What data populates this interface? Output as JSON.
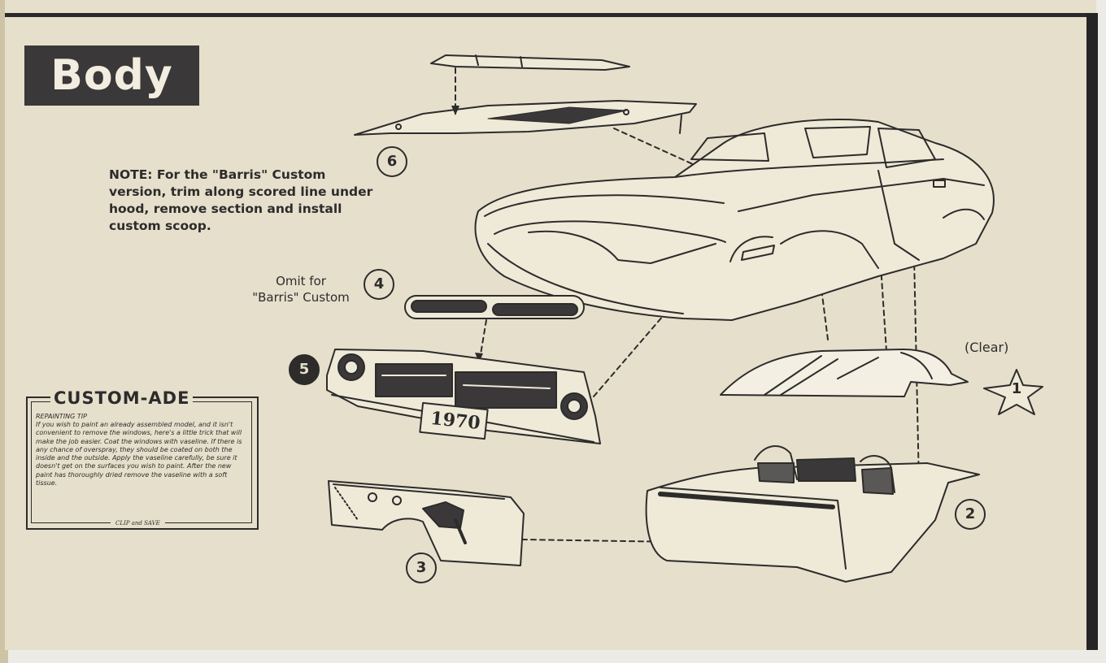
{
  "page": {
    "banner_title": "Body",
    "note_label": "NOTE:",
    "note_text": " For the \"Barris\" Custom version, trim along scored line under hood, remove section and install custom scoop.",
    "omit_line1": "Omit for",
    "omit_line2": "\"Barris\" Custom",
    "clear_label": "(Clear)",
    "plate_text": "1970"
  },
  "callouts": {
    "c1": "1",
    "c2": "2",
    "c3": "3",
    "c4": "4",
    "c5": "5",
    "c6": "6"
  },
  "tip": {
    "title": "CUSTOM-ADE",
    "subtitle": "REPAINTING TIP",
    "body": "If you wish to paint an already assembled model, and it isn't convenient to remove the windows, here's a little trick that will make the job easier. Coat the windows with vaseline. If there is any chance of overspray, they should be coated on both the inside and the outside. Apply the vaseline carefully, be sure it doesn't get on the surfaces you wish to paint. After the new paint has thoroughly dried remove the vaseline with a soft tissue.",
    "footer": "CLIP and SAVE"
  },
  "colors": {
    "paper": "#e6dfcc",
    "ink": "#2d2c2b",
    "banner_bg": "#3a3838"
  }
}
